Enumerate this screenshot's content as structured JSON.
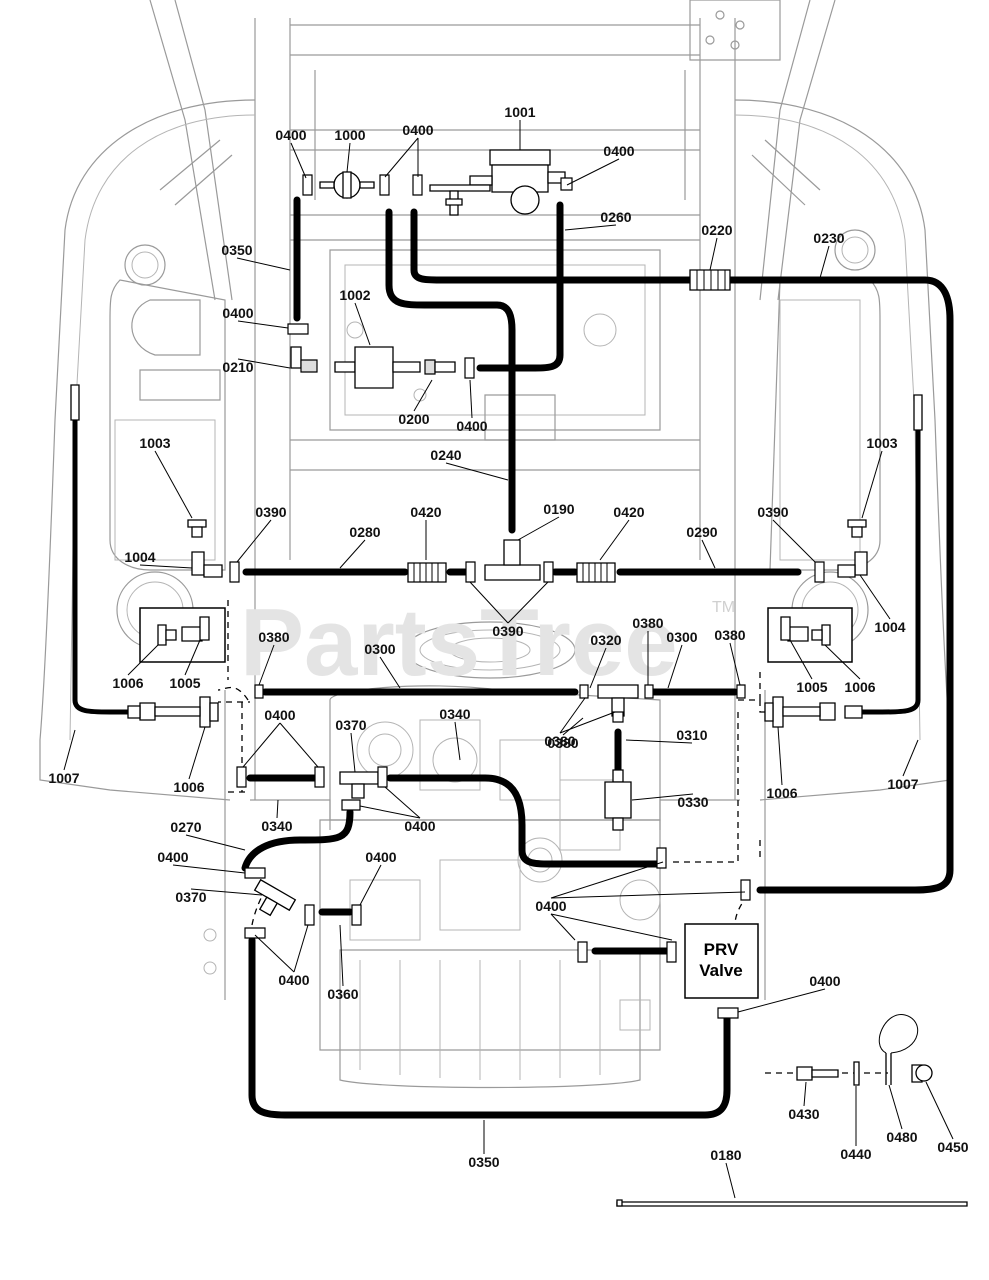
{
  "watermark": {
    "text": "PartsTree",
    "tm": "TM"
  },
  "prv_box": {
    "line1": "PRV",
    "line2": "Valve"
  },
  "callouts": [
    "0400",
    "1000",
    "0400",
    "1001",
    "0400",
    "0260",
    "0220",
    "0230",
    "0350",
    "1002",
    "0400",
    "0210",
    "0200",
    "0400",
    "0240",
    "1003",
    "1003",
    "0390",
    "0280",
    "0420",
    "0190",
    "0420",
    "0290",
    "0390",
    "1004",
    "1004",
    "0390",
    "0380",
    "0300",
    "0380",
    "0320",
    "0380",
    "0300",
    "0380",
    "1006",
    "1005",
    "1005",
    "1006",
    "0400",
    "0370",
    "0340",
    "0380",
    "0310",
    "1006",
    "1006",
    "1007",
    "1007",
    "0340",
    "0400",
    "0330",
    "0270",
    "0400",
    "0400",
    "0370",
    "0400",
    "0400",
    "0360",
    "0400",
    "0430",
    "0440",
    "0480",
    "0450",
    "0350",
    "0180"
  ]
}
